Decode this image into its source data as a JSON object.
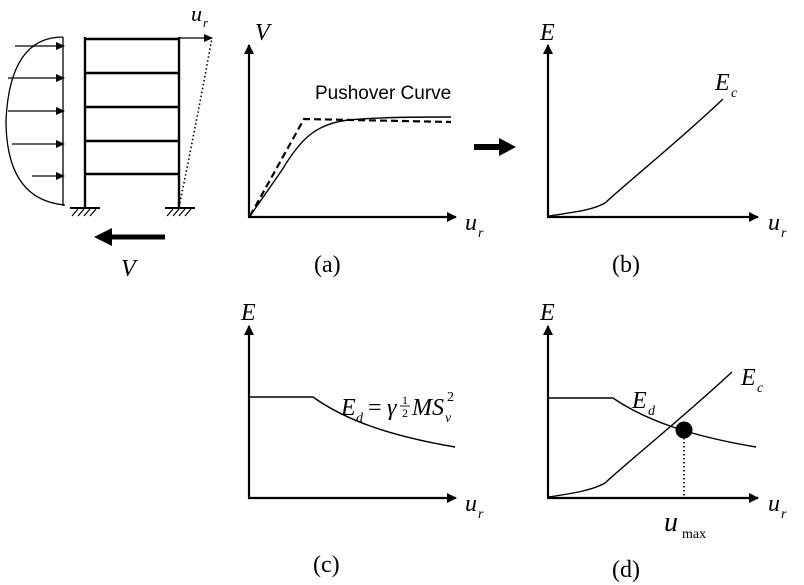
{
  "frame": {
    "top_load_label": "u",
    "top_load_sub": "r",
    "base_shear_label": "V"
  },
  "panel_a": {
    "y_label": "V",
    "x_label": "u",
    "x_sub": "r",
    "curve_label": "Pushover Curve",
    "caption": "(a)"
  },
  "panel_b": {
    "y_label": "E",
    "x_label": "u",
    "x_sub": "r",
    "curve_label": "E",
    "curve_sub": "c",
    "caption": "(b)"
  },
  "panel_c": {
    "y_label": "E",
    "x_label": "u",
    "x_sub": "r",
    "eq_E": "E",
    "eq_d": "d",
    "eq_eq": " = ",
    "eq_gamma": "γ",
    "eq_half_num": "1",
    "eq_half_den": "2",
    "eq_M": "MS",
    "eq_v": "v",
    "eq_sq": "2",
    "caption": "(c)"
  },
  "panel_d": {
    "y_label": "E",
    "x_label": "u",
    "x_sub": "r",
    "ed_label": "E",
    "ed_sub": "d",
    "ec_label": "E",
    "ec_sub": "c",
    "umax_label": "u",
    "umax_sub": "max",
    "caption": "(d)"
  }
}
